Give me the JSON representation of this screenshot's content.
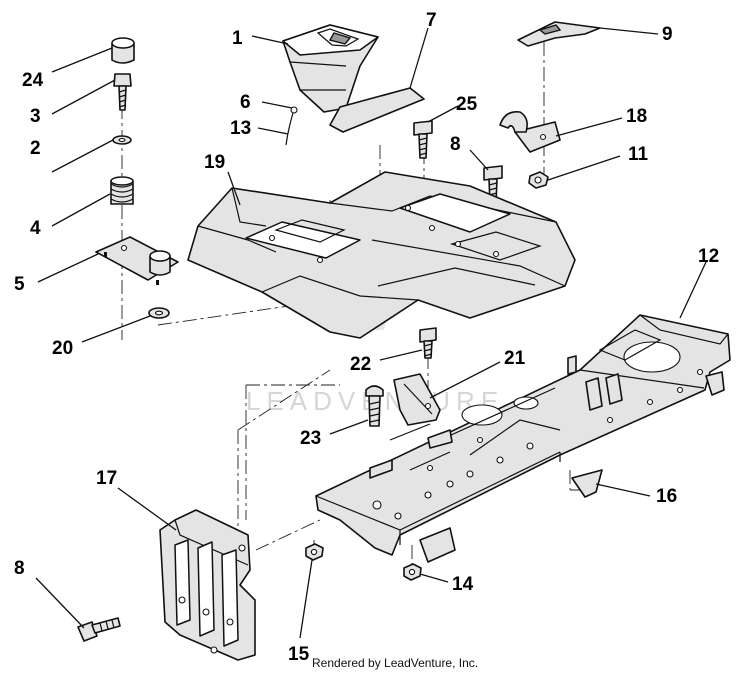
{
  "callouts": [
    {
      "id": "p1",
      "label": "1"
    },
    {
      "id": "p2",
      "label": "2"
    },
    {
      "id": "p3",
      "label": "3"
    },
    {
      "id": "p4",
      "label": "4"
    },
    {
      "id": "p5",
      "label": "5"
    },
    {
      "id": "p6",
      "label": "6"
    },
    {
      "id": "p7",
      "label": "7"
    },
    {
      "id": "p8a",
      "label": "8"
    },
    {
      "id": "p8b",
      "label": "8"
    },
    {
      "id": "p9",
      "label": "9"
    },
    {
      "id": "p11",
      "label": "11"
    },
    {
      "id": "p12",
      "label": "12"
    },
    {
      "id": "p13",
      "label": "13"
    },
    {
      "id": "p14",
      "label": "14"
    },
    {
      "id": "p15",
      "label": "15"
    },
    {
      "id": "p16",
      "label": "16"
    },
    {
      "id": "p17",
      "label": "17"
    },
    {
      "id": "p18",
      "label": "18"
    },
    {
      "id": "p19",
      "label": "19"
    },
    {
      "id": "p20",
      "label": "20"
    },
    {
      "id": "p21",
      "label": "21"
    },
    {
      "id": "p22",
      "label": "22"
    },
    {
      "id": "p23",
      "label": "23"
    },
    {
      "id": "p24",
      "label": "24"
    },
    {
      "id": "p25",
      "label": "25"
    }
  ],
  "watermark": "LEADVENTURE",
  "footer": "Rendered by LeadVenture, Inc.",
  "colors": {
    "line": "#111111",
    "part_fill": "#e4e4e4",
    "watermark": "#d6d6d6"
  }
}
